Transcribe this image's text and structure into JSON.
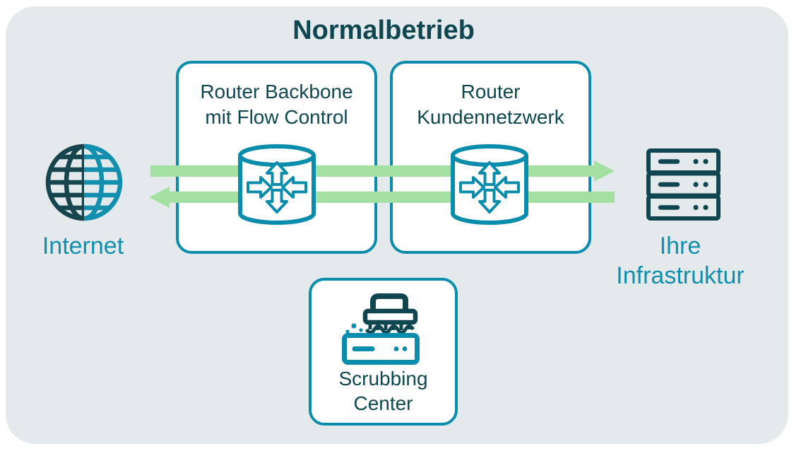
{
  "diagram": {
    "title": "Normalbetrieb",
    "nodes": {
      "internet": {
        "label": "Internet",
        "icon": "globe-icon"
      },
      "router_backbone": {
        "label": "Router Backbone\nmit Flow Control",
        "icon": "router-icon"
      },
      "router_customer": {
        "label": "Router\nKundennetzwerk",
        "icon": "router-icon"
      },
      "infrastructure": {
        "label": "Ihre\nInfrastruktur",
        "icon": "server-icon"
      },
      "scrubbing": {
        "label": "Scrubbing\nCenter",
        "icon": "scrubbing-brush-icon"
      }
    },
    "flows": [
      {
        "name": "traffic-to-infrastructure",
        "from": "Internet",
        "to": "Ihre Infrastruktur",
        "direction": "right"
      },
      {
        "name": "traffic-to-internet",
        "from": "Ihre Infrastruktur",
        "to": "Internet",
        "direction": "left"
      }
    ],
    "colors": {
      "panel_background": "#e4e9ec",
      "teal_stroke": "#0a8cad",
      "teal_text": "#138fae",
      "dark_teal": "#0f4650",
      "arrow_green": "#a4e0a2"
    }
  }
}
